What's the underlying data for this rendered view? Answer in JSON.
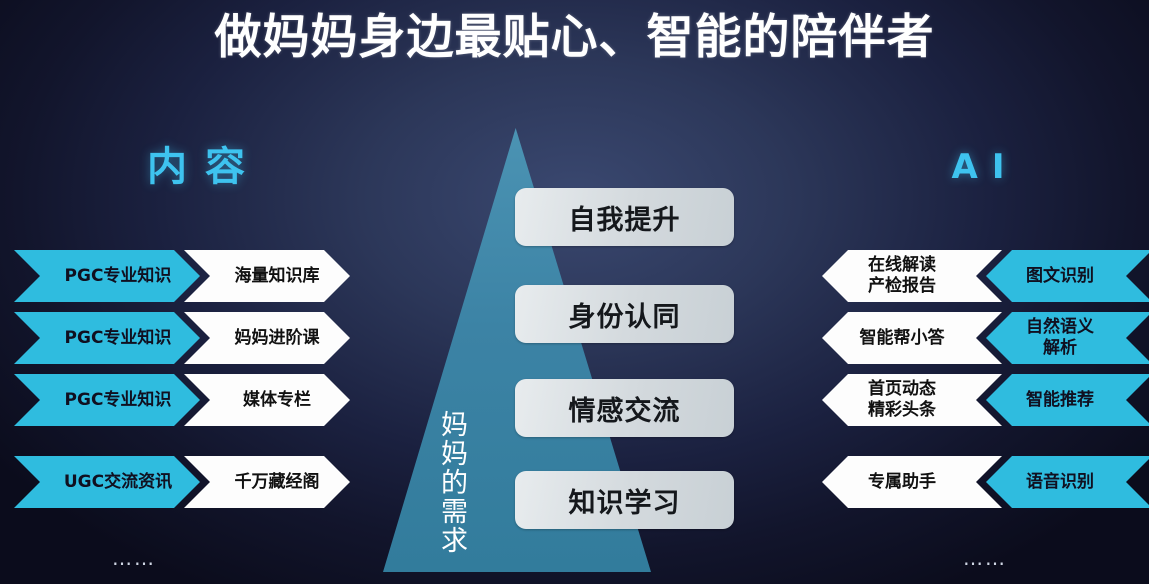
{
  "title": "做妈妈身边最贴心、智能的陪伴者",
  "columns": {
    "left_header": "内容",
    "right_header": "AI"
  },
  "left_rows": [
    {
      "source": "PGC专业知识",
      "product": "海量知识库"
    },
    {
      "source": "PGC专业知识",
      "product": "妈妈进阶课"
    },
    {
      "source": "PGC专业知识",
      "product": "媒体专栏"
    },
    {
      "source": "UGC交流资讯",
      "product": "千万藏经阁"
    }
  ],
  "right_rows": [
    {
      "feature": "在线解读\n产检报告",
      "tech": "图文识别"
    },
    {
      "feature": "智能帮小答",
      "tech": "自然语义\n解析"
    },
    {
      "feature": "首页动态\n精彩头条",
      "tech": "智能推荐"
    },
    {
      "feature": "专属助手",
      "tech": "语音识别"
    }
  ],
  "pyramid": {
    "label": "妈妈的需求",
    "levels": [
      "自我提升",
      "身份认同",
      "情感交流",
      "知识学习"
    ]
  },
  "footnotes": {
    "left": "……",
    "right": "……"
  },
  "colors": {
    "background_dark": "#0b0c1c",
    "background_mid": "#3a4870",
    "accent_cyan": "#2fbcdf",
    "header_cyan": "#3ec3ef",
    "pyramid_blue": "#3c83a5",
    "box_silver": "#d3d9dd",
    "text_white": "#ffffff",
    "text_dark": "#111111"
  }
}
